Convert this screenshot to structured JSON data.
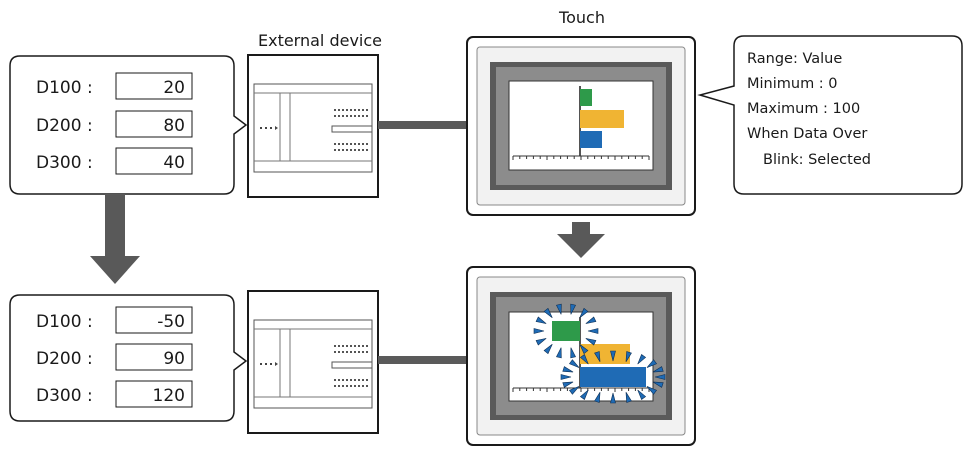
{
  "labels": {
    "touch": "Touch",
    "external_device": "External device"
  },
  "before": {
    "registers": [
      {
        "name": "D100 :",
        "value": "20"
      },
      {
        "name": "D200 :",
        "value": "80"
      },
      {
        "name": "D300 :",
        "value": "40"
      }
    ]
  },
  "after": {
    "registers": [
      {
        "name": "D100 :",
        "value": "-50"
      },
      {
        "name": "D200 :",
        "value": "90"
      },
      {
        "name": "D300 :",
        "value": "120"
      }
    ]
  },
  "settings": {
    "lines": [
      "Range: Value",
      "Minimum : 0",
      "Maximum : 100",
      "When Data Over",
      "Blink: Selected"
    ]
  },
  "colors": {
    "bar_1": "#2e9a4a",
    "bar_2": "#f0b433",
    "bar_3": "#1f6bb5",
    "arrow": "#595959",
    "bezel": "#5a5a5a",
    "blink_ray": "#1f6bb5"
  }
}
